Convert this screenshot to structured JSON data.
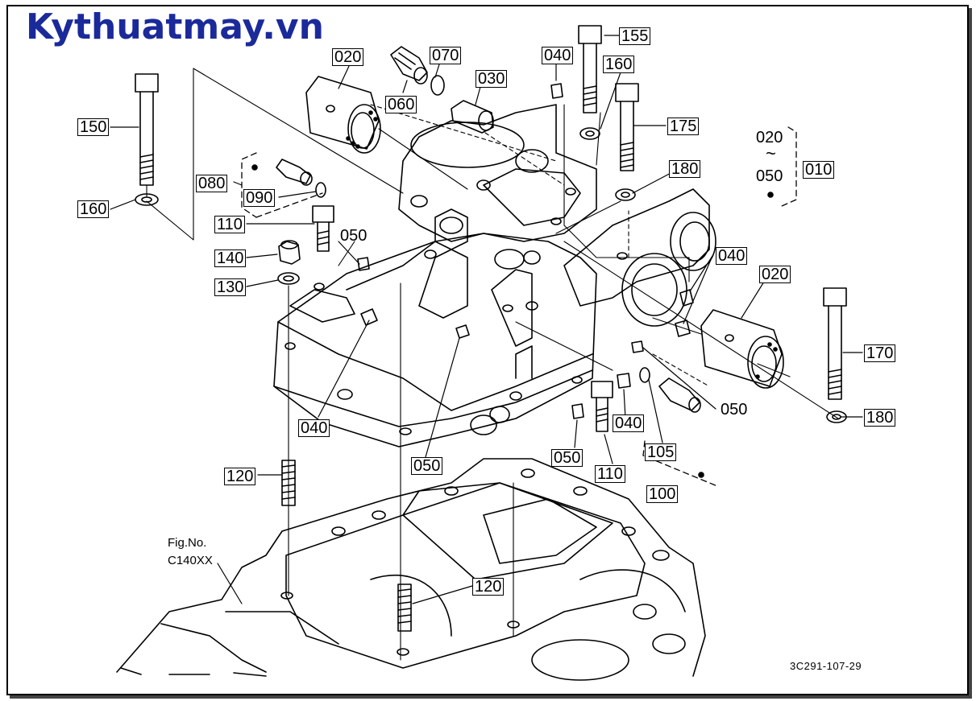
{
  "site_title": "Kythuatmay.vn",
  "brand_color": "#1b2a9a",
  "figure_ref": {
    "caption": "Fig.No.",
    "code": "C140XX"
  },
  "drawing_number": "3C291-107-29",
  "part_labels": {
    "p150": "150",
    "p160a": "160",
    "p080": "080",
    "p090": "090",
    "p110a": "110",
    "p050a": "050",
    "p140": "140",
    "p130": "130",
    "p020a": "020",
    "p060": "060",
    "p070": "070",
    "p030": "030",
    "p040a": "040",
    "p155": "155",
    "p160b": "160",
    "p175": "175",
    "p180a": "180",
    "p010": "010",
    "p040b": "040",
    "p020b": "020",
    "p170": "170",
    "p050b": "050",
    "p180b": "180",
    "p040c": "040",
    "p105": "105",
    "p110b": "110",
    "p050c": "050",
    "p100": "100",
    "p050d": "050",
    "p040d": "040",
    "p120a": "120",
    "p120b": "120"
  },
  "range_label": {
    "from": "020",
    "tilde": "~",
    "to": "050"
  }
}
